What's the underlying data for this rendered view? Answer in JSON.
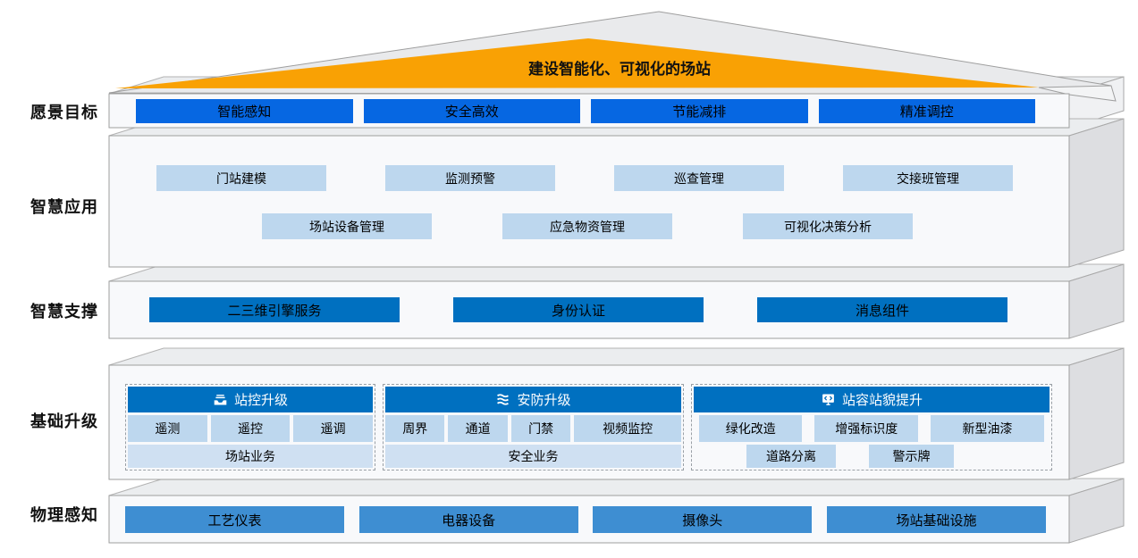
{
  "colors": {
    "deep-blue": "#0667E2",
    "office-blue": "#0070C0",
    "medium-blue": "#3E8ED2",
    "light-blue": "#BDD7EE",
    "lighter-blue": "#CFE0F2",
    "orange": "#F9A104",
    "panel-face": "#F8F9FB",
    "panel-side": "#DDDEE1",
    "panel-top": "#EBEDEF",
    "roof-gray": "#E9EAEC",
    "border-gray": "#9E9E9E"
  },
  "roof": {
    "title": "建设智能化、可视化的场站"
  },
  "layers": {
    "vision": {
      "label": "愿景目标",
      "items": [
        "智能感知",
        "安全高效",
        "节能减排",
        "精准调控"
      ]
    },
    "apps": {
      "label": "智慧应用",
      "row1": [
        "门站建模",
        "监测预警",
        "巡查管理",
        "交接班管理"
      ],
      "row2": [
        "场站设备管理",
        "应急物资管理",
        "可视化决策分析"
      ]
    },
    "support": {
      "label": "智慧支撑",
      "items": [
        "二三维引擎服务",
        "身份认证",
        "消息组件"
      ]
    },
    "upgrade": {
      "label": "基础升级",
      "groups": [
        {
          "icon": "inbox-tray-icon",
          "title": "站控升级",
          "items": [
            "遥测",
            "遥控",
            "遥调"
          ],
          "footer": "场站业务"
        },
        {
          "icon": "stack-layers-icon",
          "title": "安防升级",
          "items": [
            "周界",
            "通道",
            "门禁",
            "视频监控"
          ],
          "footer": "安全业务"
        },
        {
          "icon": "code-monitor-icon",
          "title": "站容站貌提升",
          "items": [
            "绿化改造",
            "增强标识度",
            "新型油漆"
          ],
          "items2": [
            "道路分离",
            "警示牌"
          ]
        }
      ]
    },
    "physical": {
      "label": "物理感知",
      "items": [
        "工艺仪表",
        "电器设备",
        "摄像头",
        "场站基础设施"
      ]
    }
  }
}
